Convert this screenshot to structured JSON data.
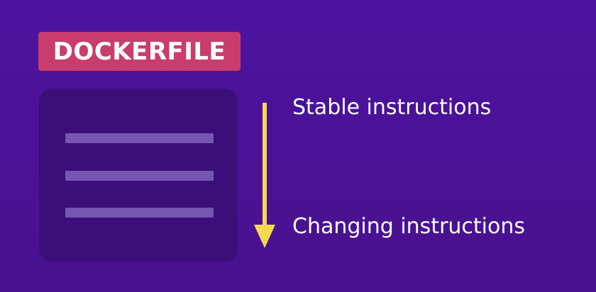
{
  "diagram": {
    "badge_label": "DOCKERFILE",
    "top_label": "Stable instructions",
    "bottom_label": "Changing instructions",
    "colors": {
      "background": "#4b139b",
      "badge": "#c83d6d",
      "panel": "#3c0e79",
      "lines": "#7655b3",
      "arrow": "#f4d94f",
      "text": "#ffffff"
    }
  }
}
